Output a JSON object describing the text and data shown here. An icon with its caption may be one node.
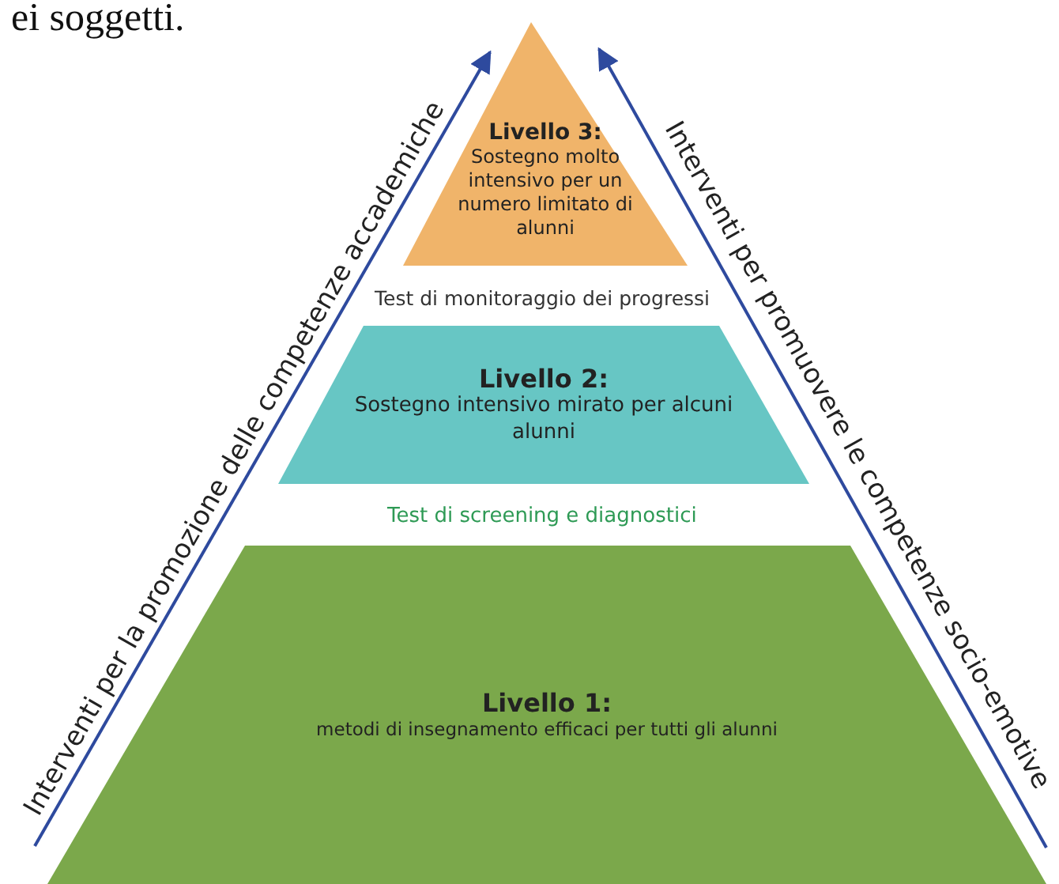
{
  "diagram": {
    "nodes": [
      {
        "text": [
          "Livello 3:",
          "Sostegno molto intensivo per un numero limitato di alunni"
        ]
      },
      {
        "text": [
          "Livello 2:",
          "Sostegno intensivo mirato per alcuni alunni"
        ]
      },
      {
        "text": [
          "Livello 1:",
          "metodi di insegnamento efficaci per tutti gli alunni"
        ]
      }
    ],
    "edges": [],
    "labels": [
      "ei soggetti.",
      "Interventi per la promozione delle competenze accademiche",
      "Interventi per promuovere le competenze socio-emotive",
      "Test di monitoraggio dei progressi",
      "Test di screening e diagnostici"
    ]
  }
}
